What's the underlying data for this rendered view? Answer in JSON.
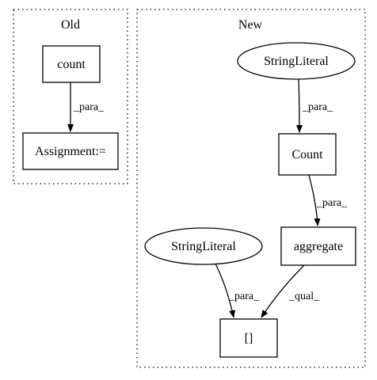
{
  "clusters": {
    "old": {
      "label": "Old"
    },
    "new": {
      "label": "New"
    }
  },
  "nodes": {
    "count": {
      "label": "count",
      "shape": "box"
    },
    "assignment": {
      "label": "Assignment:=",
      "shape": "box"
    },
    "string_literal_top": {
      "label": "StringLiteral",
      "shape": "ellipse"
    },
    "count_new": {
      "label": "Count",
      "shape": "box"
    },
    "string_literal_left": {
      "label": "StringLiteral",
      "shape": "ellipse"
    },
    "aggregate": {
      "label": "aggregate",
      "shape": "box"
    },
    "index": {
      "label": "[]",
      "shape": "box"
    }
  },
  "edges": [
    {
      "from": "count",
      "to": "assignment",
      "label": "_para_"
    },
    {
      "from": "string_literal_top",
      "to": "count_new",
      "label": "_para_"
    },
    {
      "from": "count_new",
      "to": "aggregate",
      "label": "_para_"
    },
    {
      "from": "string_literal_left",
      "to": "index",
      "label": "_para_"
    },
    {
      "from": "aggregate",
      "to": "index",
      "label": "_qual_"
    }
  ],
  "colors": {
    "stroke": "#000000",
    "background": "#ffffff"
  }
}
